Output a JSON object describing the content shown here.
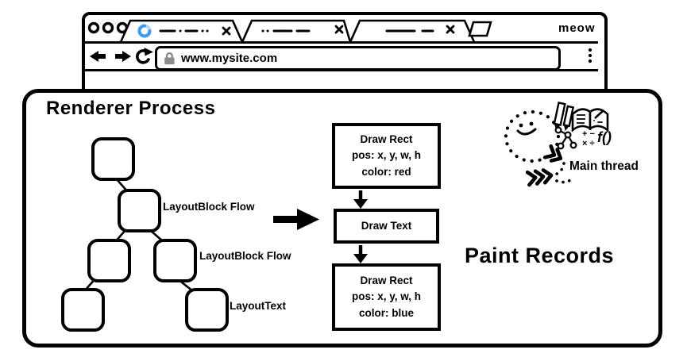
{
  "colors": {
    "ink": "#000000",
    "spinner_blue": "#3f9af5",
    "spinner_light_blue": "#b5d5f9",
    "lock_gray": "#8c8c8c"
  },
  "browser": {
    "brand": "meow",
    "url": "www.mysite.com",
    "icons": [
      "traffic-light",
      "spinner-icon",
      "close-icon",
      "new-tab-icon",
      "back-icon",
      "forward-icon",
      "reload-icon",
      "lock-icon",
      "kebab-menu-icon"
    ]
  },
  "renderer": {
    "title": "Renderer Process",
    "tree_labels": {
      "level2": "LayoutBlock Flow",
      "level3": "LayoutBlock Flow",
      "level4": "LayoutText"
    },
    "paint": {
      "heading": "Paint Records",
      "steps": [
        {
          "line1": "Draw Rect",
          "line2": "pos: x, y, w, h",
          "line3": "color: red"
        },
        {
          "line1": "Draw Text"
        },
        {
          "line1": "Draw Rect",
          "line2": "pos: x, y, w, h",
          "line3": "color: blue"
        }
      ]
    },
    "main_thread": {
      "label": "Main thread",
      "fn": "f()",
      "math_row1": "+ −",
      "math_row2": "× ÷"
    }
  }
}
